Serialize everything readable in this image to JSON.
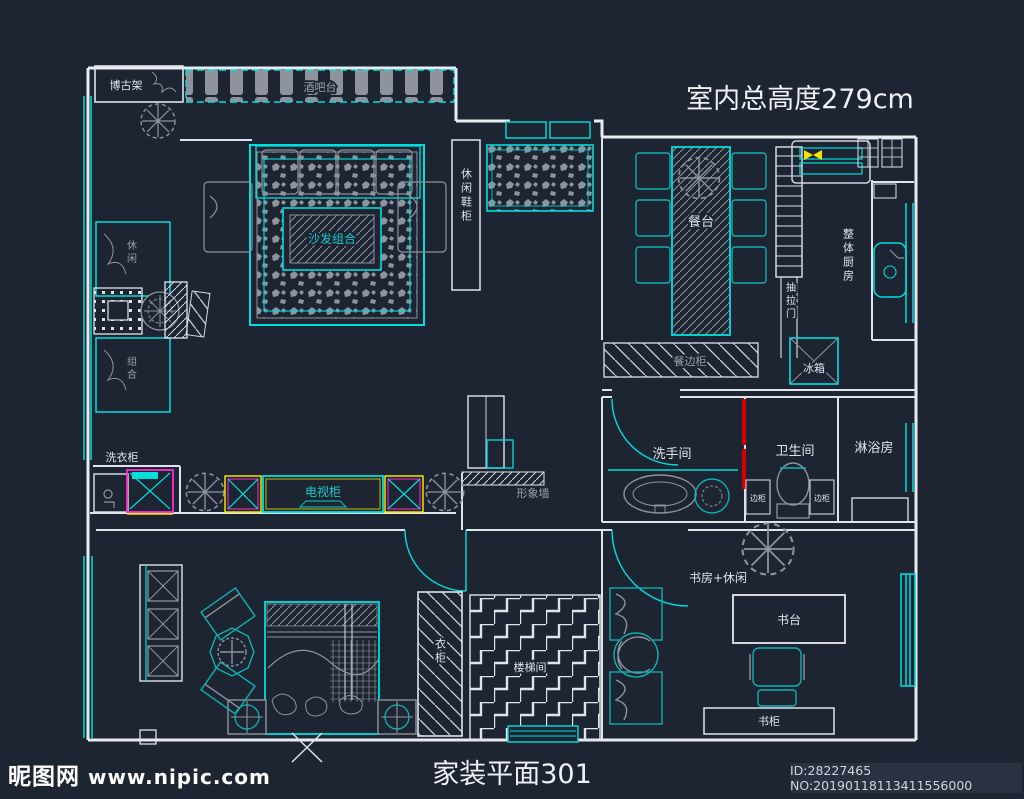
{
  "titles": {
    "height_note": "室内总高度279cm",
    "plan_title": "家装平面301"
  },
  "watermark": {
    "site_name": "昵图网",
    "site_url": "www.nipic.com"
  },
  "footer": {
    "id_text": "ID:28227465 NO:20190118113411556000"
  },
  "colors": {
    "background": "#1e2532",
    "wall": "#e8ebf0",
    "cad_cyan": "#00dede",
    "cad_teal": "#0fb0b0",
    "cad_gray": "#8e939c",
    "cad_magenta": "#ff2ad2",
    "cad_yellow": "#f5e400",
    "cad_red": "#d40000"
  },
  "labels": {
    "bogujia": "博古架",
    "bar_counter": "酒吧台",
    "shoe_cabinet": "休闲鞋柜",
    "sofa_set": "沙发组合",
    "lounge_chair_top": "休闲",
    "lounge_chair_bottom": "组合",
    "dining_table": "餐台",
    "sideboard": "餐边柜",
    "kitchen": "整体厨房",
    "pull_door": "抽拉门",
    "fridge": "冰箱",
    "washroom": "洗手间",
    "toilet": "卫生间",
    "shower_room": "淋浴房",
    "cabinet_left": "边柜",
    "cabinet_right": "边柜",
    "study_room": "书房+休闲",
    "desk": "书台",
    "bookcase": "书柜",
    "wardrobe": "衣柜",
    "stairwell": "楼梯间",
    "feature_wall": "形象墙",
    "tv_cabinet": "电视柜",
    "laundry_cabinet": "洗衣柜"
  }
}
